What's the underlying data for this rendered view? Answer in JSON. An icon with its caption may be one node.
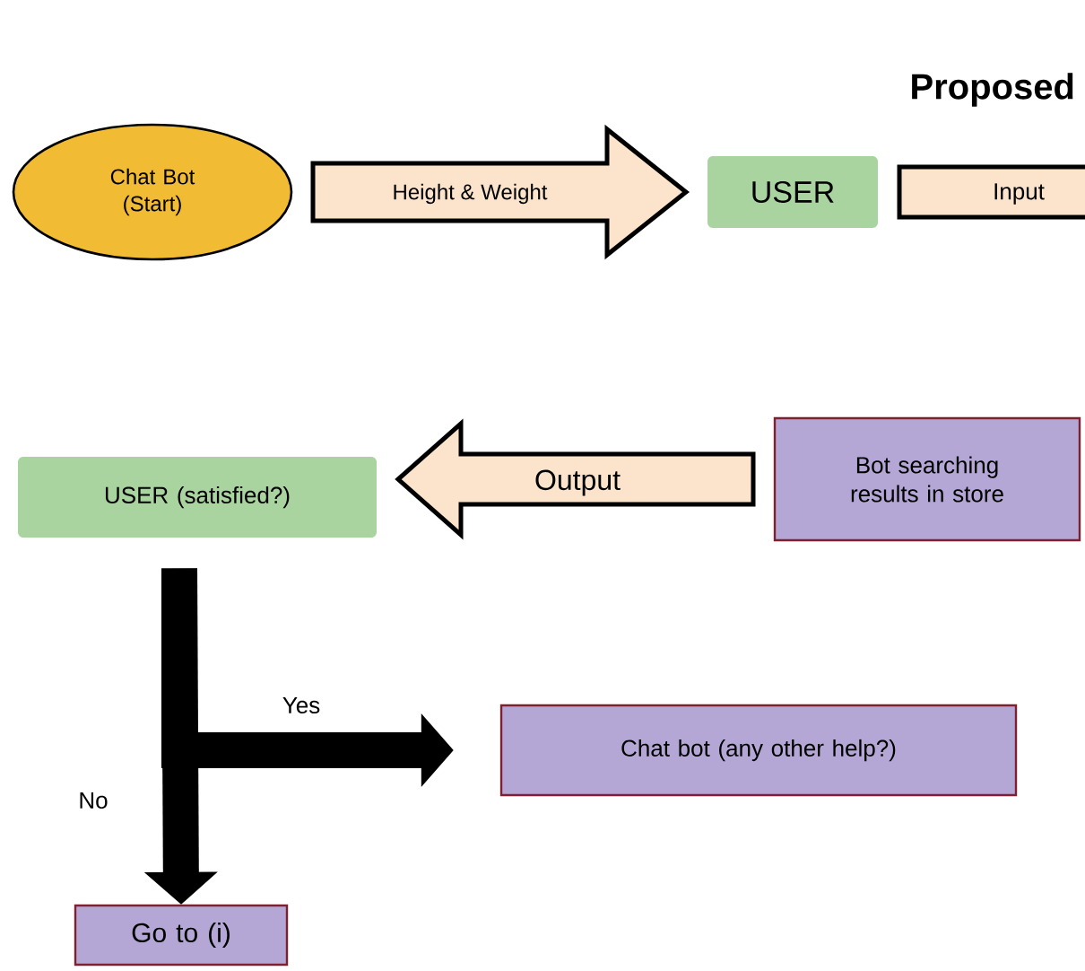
{
  "diagram": {
    "title": "Proposed",
    "nodes": [
      {
        "text": [
          "Chat Bot (Start)"
        ]
      },
      {
        "text": [
          "USER"
        ]
      },
      {
        "text": [
          "Bot searching results in store"
        ]
      },
      {
        "text": [
          "USER (satisfied?)"
        ]
      },
      {
        "text": [
          "Chat bot (any other help?)"
        ]
      },
      {
        "text": [
          "Go to (i)"
        ]
      }
    ],
    "edges": [
      {
        "from": 0,
        "to": 1,
        "arrow": "to",
        "label": "Height & Weight"
      },
      {
        "from": 1,
        "to": null,
        "arrow": "none",
        "label": "Input"
      },
      {
        "from": 2,
        "to": 3,
        "arrow": "to",
        "label": "Output"
      },
      {
        "from": 3,
        "to": 4,
        "arrow": "to",
        "label": "Yes",
        "color": "#000000"
      },
      {
        "from": 3,
        "to": 5,
        "arrow": "to",
        "label": "No",
        "color": "#000000"
      }
    ]
  }
}
